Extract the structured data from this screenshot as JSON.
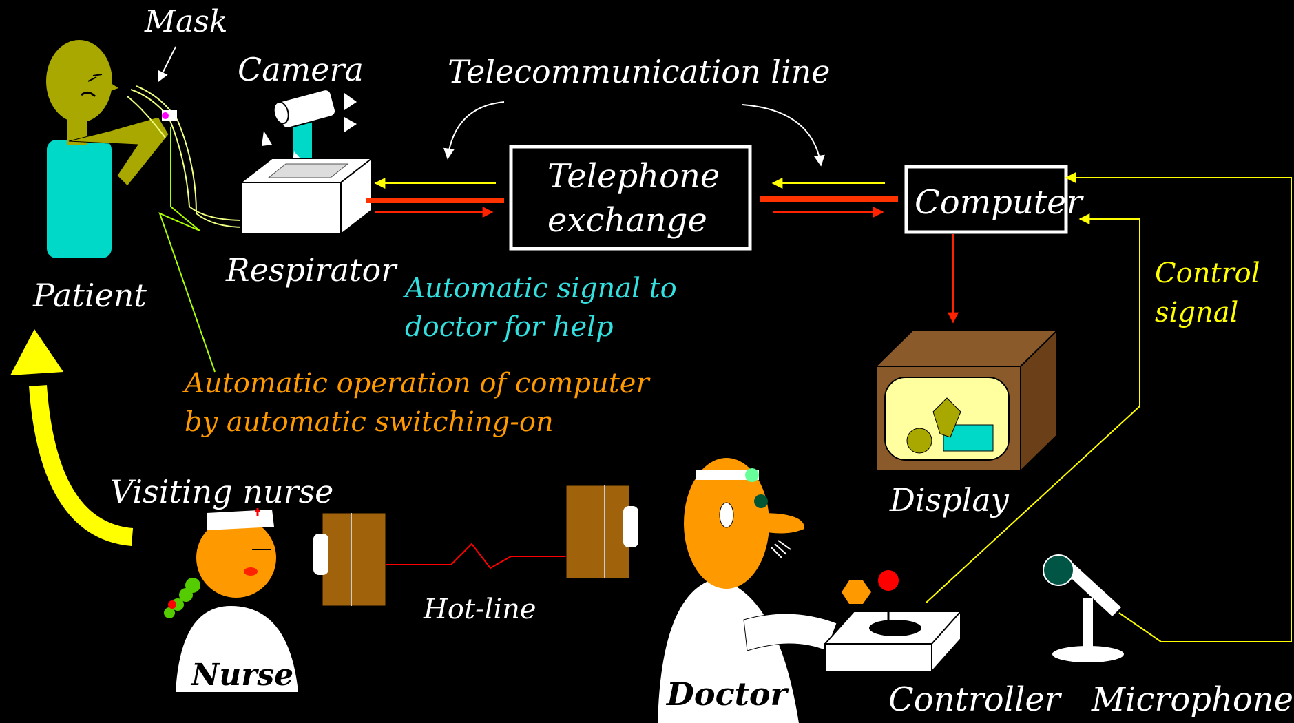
{
  "labels": {
    "mask": "Mask",
    "camera": "Camera",
    "telecom_line": "Telecommunication  line",
    "telephone_line1": "Telephone",
    "telephone_line2": "exchange",
    "computer": "Computer",
    "patient": "Patient",
    "respirator": "Respirator",
    "auto_signal_line1": "Automatic signal to",
    "auto_signal_line2": "doctor for help",
    "control_signal_line1": "Control",
    "control_signal_line2": "signal",
    "auto_operation_line1": "Automatic operation of computer",
    "auto_operation_line2": "by automatic switching-on",
    "display": "Display",
    "visiting_nurse": "Visiting nurse",
    "nurse": "Nurse",
    "hot_line": "Hot-line",
    "doctor": "Doctor",
    "controller": "Controller",
    "microphone": "Microphone"
  },
  "colors": {
    "background": "#000000",
    "patient_skin": "#a8a800",
    "patient_shirt": "#00d8c8",
    "caregiver_skin": "#ff9900",
    "box_brown": "#8b5a2b",
    "phone_brown": "#a0620a",
    "signal_red": "#ff3300",
    "signal_yellow": "#ffff00",
    "text_cyan": "#33e0e0",
    "text_orange": "#ff9900"
  }
}
